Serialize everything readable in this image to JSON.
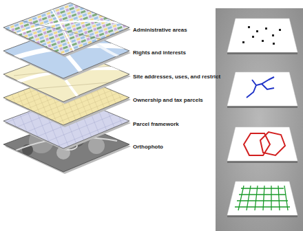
{
  "diagram": {
    "labels": [
      "Administrative areas",
      "Rights and interests",
      "Site addresses, uses, and restrict",
      "Ownership and tax parcels",
      "Parcel framework",
      "Orthophoto"
    ]
  }
}
